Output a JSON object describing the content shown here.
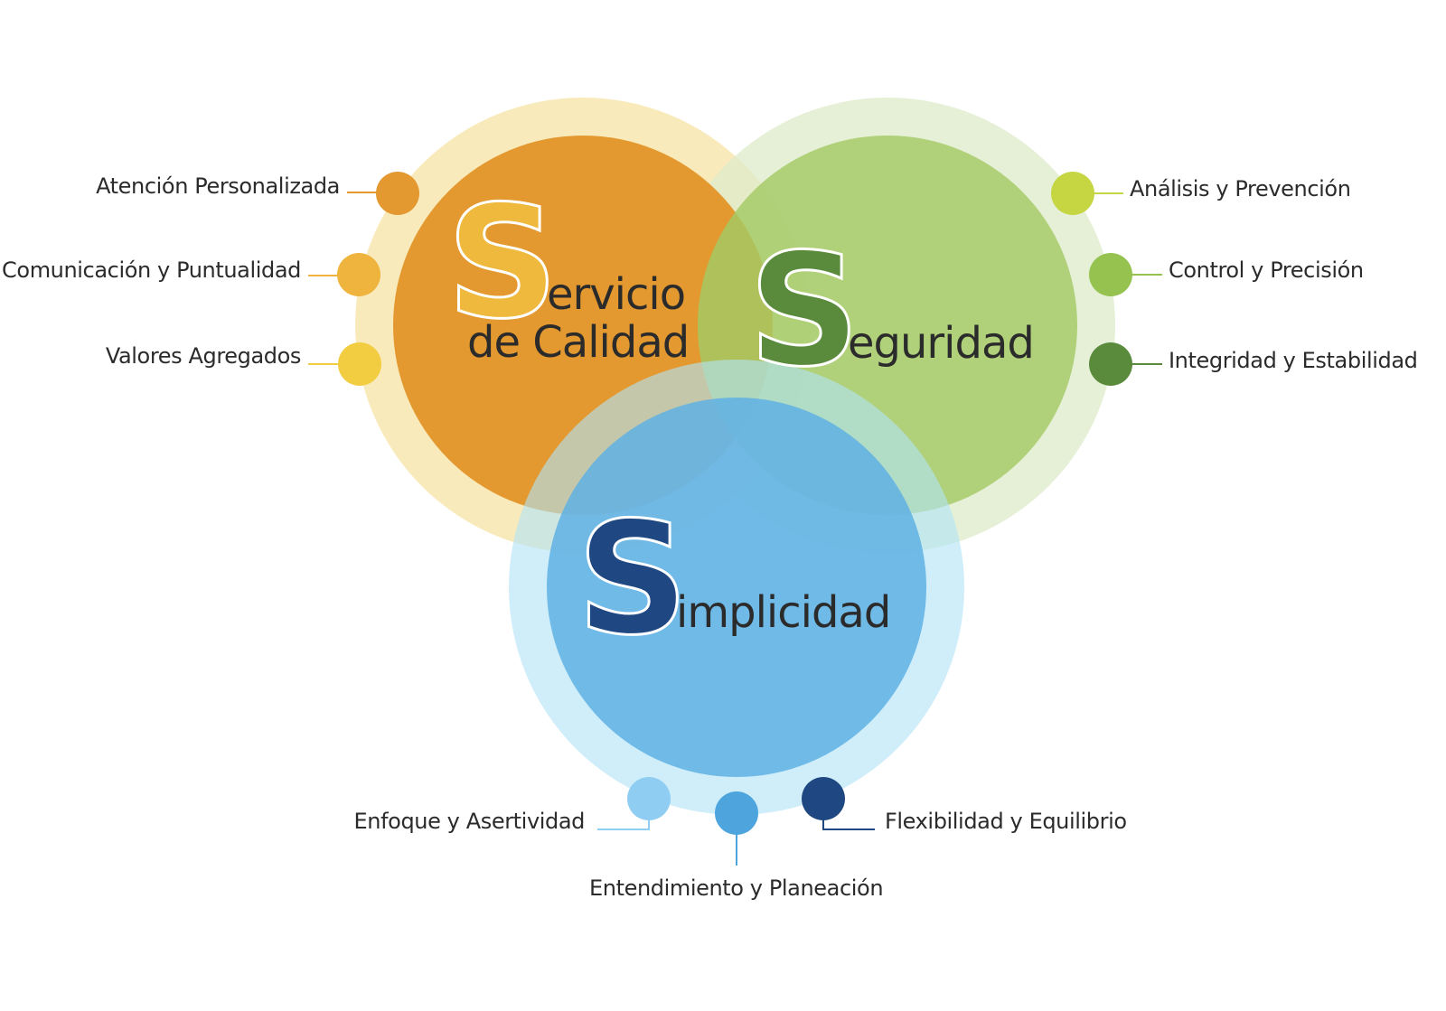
{
  "colors": {
    "orange_outer": "#f8e8b4",
    "orange_inner": "#e3992f",
    "green_outer": "#dcebc9",
    "green_inner": "#a3c964",
    "blue_outer": "#b1e4f7",
    "blue_inner": "#5fb0e4",
    "s_yellow": "#eeb93c",
    "s_green": "#5a8b3d",
    "s_navy": "#1f4782",
    "text_dark": "#2b2b2b"
  },
  "pillars": {
    "servicio": {
      "letter": "S",
      "line1": "ervicio",
      "line2": "de Calidad"
    },
    "seguridad": {
      "letter": "S",
      "rest": "eguridad"
    },
    "simplicidad": {
      "letter": "S",
      "rest": "implicidad"
    }
  },
  "features": {
    "servicio": [
      {
        "label": "Atención Personalizada",
        "dot_color": "#e3992f"
      },
      {
        "label": "Comunicación y Puntualidad",
        "dot_color": "#eeb43d"
      },
      {
        "label": "Valores Agregados",
        "dot_color": "#f2cd42"
      }
    ],
    "seguridad": [
      {
        "label": "Análisis y Prevención",
        "dot_color": "#c5d642"
      },
      {
        "label": "Control y Precisión",
        "dot_color": "#96c250"
      },
      {
        "label": "Integridad y Estabilidad",
        "dot_color": "#5a8b3d"
      }
    ],
    "simplicidad": [
      {
        "label": "Enfoque y Asertividad",
        "dot_color": "#8fcdf2"
      },
      {
        "label": "Entendimiento y Planeación",
        "dot_color": "#4ea5de"
      },
      {
        "label": "Flexibilidad y Equilibrio",
        "dot_color": "#1f4782"
      }
    ]
  }
}
